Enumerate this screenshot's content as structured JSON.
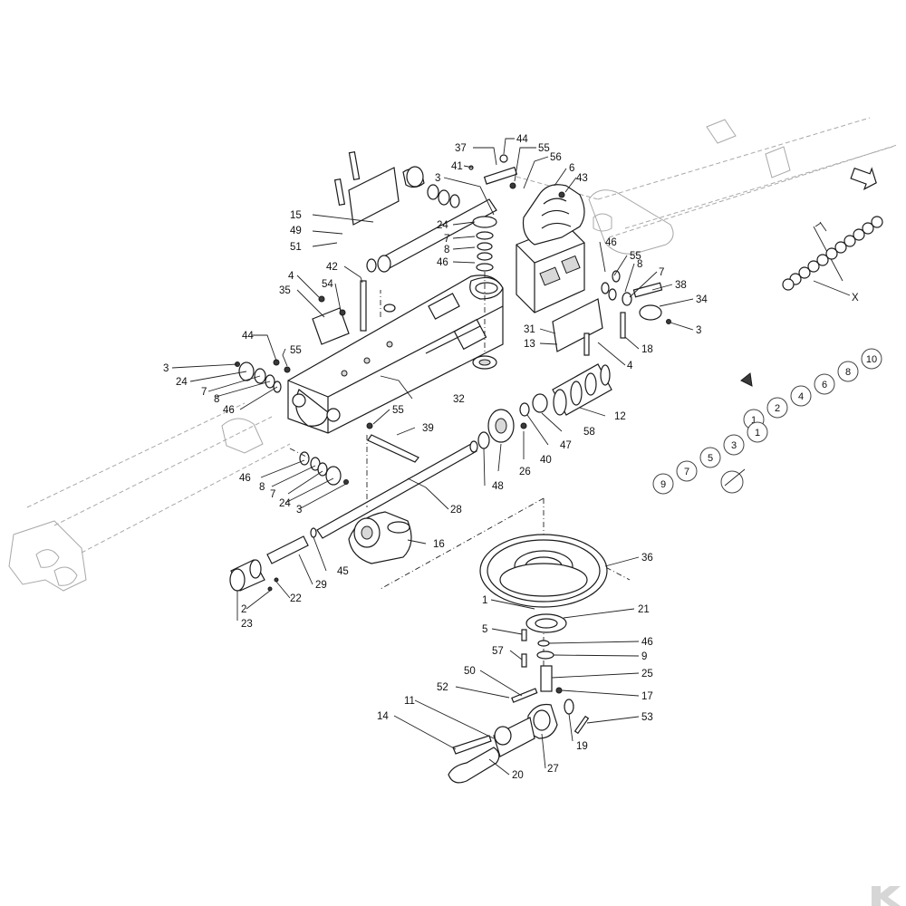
{
  "callouts": [
    {
      "id": "c37",
      "label": "37"
    },
    {
      "id": "c44a",
      "label": "44"
    },
    {
      "id": "c55a",
      "label": "55"
    },
    {
      "id": "c41",
      "label": "41"
    },
    {
      "id": "c56",
      "label": "56"
    },
    {
      "id": "c6",
      "label": "6"
    },
    {
      "id": "c3a",
      "label": "3"
    },
    {
      "id": "c43",
      "label": "43"
    },
    {
      "id": "c15",
      "label": "15"
    },
    {
      "id": "c49",
      "label": "49"
    },
    {
      "id": "c51",
      "label": "51"
    },
    {
      "id": "c24a",
      "label": "24"
    },
    {
      "id": "c7a",
      "label": "7"
    },
    {
      "id": "c8a",
      "label": "8"
    },
    {
      "id": "c46a",
      "label": "46"
    },
    {
      "id": "c42",
      "label": "42"
    },
    {
      "id": "c4a",
      "label": "4"
    },
    {
      "id": "c35",
      "label": "35"
    },
    {
      "id": "c54",
      "label": "54"
    },
    {
      "id": "c46b",
      "label": "46"
    },
    {
      "id": "c55b",
      "label": "55"
    },
    {
      "id": "c8b",
      "label": "8"
    },
    {
      "id": "c7b",
      "label": "7"
    },
    {
      "id": "c38",
      "label": "38"
    },
    {
      "id": "c34",
      "label": "34"
    },
    {
      "id": "c3b",
      "label": "3"
    },
    {
      "id": "c31",
      "label": "31"
    },
    {
      "id": "c13",
      "label": "13"
    },
    {
      "id": "c18",
      "label": "18"
    },
    {
      "id": "c4b",
      "label": "4"
    },
    {
      "id": "c44b",
      "label": "44"
    },
    {
      "id": "c3c",
      "label": "3"
    },
    {
      "id": "c24b",
      "label": "24"
    },
    {
      "id": "c55c",
      "label": "55"
    },
    {
      "id": "c7c",
      "label": "7"
    },
    {
      "id": "c8c",
      "label": "8"
    },
    {
      "id": "c46c",
      "label": "46"
    },
    {
      "id": "c32",
      "label": "32"
    },
    {
      "id": "c12",
      "label": "12"
    },
    {
      "id": "c58",
      "label": "58"
    },
    {
      "id": "c47",
      "label": "47"
    },
    {
      "id": "c55d",
      "label": "55"
    },
    {
      "id": "c39",
      "label": "39"
    },
    {
      "id": "c40",
      "label": "40"
    },
    {
      "id": "c26",
      "label": "26"
    },
    {
      "id": "c48",
      "label": "48"
    },
    {
      "id": "c46d",
      "label": "46"
    },
    {
      "id": "c8d",
      "label": "8"
    },
    {
      "id": "c24c",
      "label": "24"
    },
    {
      "id": "c7d",
      "label": "7"
    },
    {
      "id": "c3d",
      "label": "3"
    },
    {
      "id": "c28",
      "label": "28"
    },
    {
      "id": "c16",
      "label": "16"
    },
    {
      "id": "c45",
      "label": "45"
    },
    {
      "id": "c29",
      "label": "29"
    },
    {
      "id": "c22",
      "label": "22"
    },
    {
      "id": "c2",
      "label": "2"
    },
    {
      "id": "c23",
      "label": "23"
    },
    {
      "id": "c36",
      "label": "36"
    },
    {
      "id": "c1",
      "label": "1"
    },
    {
      "id": "c21",
      "label": "21"
    },
    {
      "id": "c5",
      "label": "5"
    },
    {
      "id": "c46e",
      "label": "46"
    },
    {
      "id": "c57",
      "label": "57"
    },
    {
      "id": "c9",
      "label": "9"
    },
    {
      "id": "c50",
      "label": "50"
    },
    {
      "id": "c25",
      "label": "25"
    },
    {
      "id": "c52",
      "label": "52"
    },
    {
      "id": "c17",
      "label": "17"
    },
    {
      "id": "c11",
      "label": "11"
    },
    {
      "id": "c14",
      "label": "14"
    },
    {
      "id": "c53",
      "label": "53"
    },
    {
      "id": "c19",
      "label": "19"
    },
    {
      "id": "c27",
      "label": "27"
    },
    {
      "id": "c20",
      "label": "20"
    },
    {
      "id": "cX",
      "label": "X"
    }
  ],
  "position_badges_upper": [
    "1",
    "2",
    "4",
    "6",
    "8",
    "10"
  ],
  "position_badges_lower": [
    "9",
    "7",
    "5",
    "3",
    "1"
  ]
}
